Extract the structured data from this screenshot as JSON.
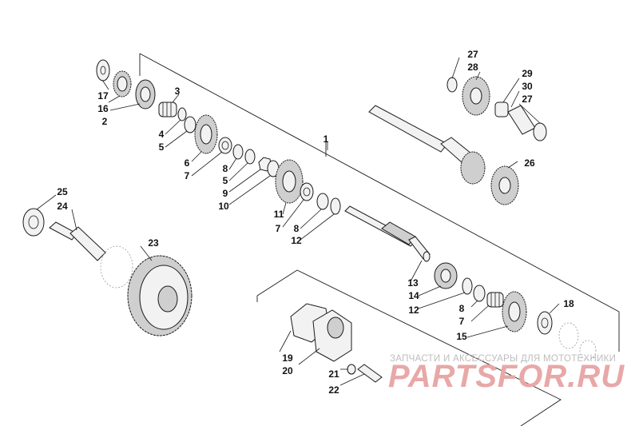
{
  "labels": [
    "1",
    "2",
    "3",
    "4",
    "5",
    "5",
    "6",
    "7",
    "7",
    "7",
    "8",
    "8",
    "8",
    "9",
    "10",
    "11",
    "12",
    "12",
    "12",
    "13",
    "14",
    "15",
    "16",
    "17",
    "18",
    "19",
    "20",
    "21",
    "22",
    "23",
    "24",
    "25",
    "26",
    "27",
    "27",
    "28",
    "29",
    "30"
  ],
  "watermark": {
    "caption": "ЗАПЧАСТИ И АКСЕССУАРЫ ДЛЯ МОТОТЕХНИКИ",
    "logo": "PARTSFOR.RU"
  }
}
